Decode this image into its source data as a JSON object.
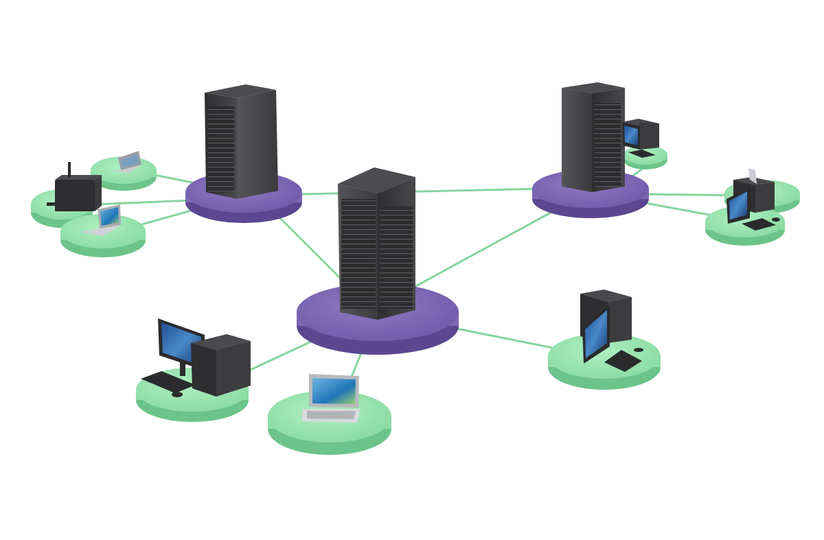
{
  "scene": {
    "colors": {
      "background": "#ffffff",
      "server_platform": "#7d68b3",
      "server_platform_rim": "#5a4790",
      "client_platform": "#8fdca6",
      "client_platform_rim": "#6cc48a",
      "link": "#7ad095",
      "server_body": "#3a3a3c",
      "screen": "#2a5a9a"
    },
    "servers": [
      {
        "name": "server-left",
        "icon": "tower-server-icon"
      },
      {
        "name": "server-center",
        "icon": "tower-server-icon"
      },
      {
        "name": "server-right",
        "icon": "tower-server-icon"
      }
    ],
    "clients": [
      {
        "name": "client-router",
        "icon": "router-icon"
      },
      {
        "name": "client-laptop-top-left",
        "icon": "laptop-icon"
      },
      {
        "name": "client-laptop-left",
        "icon": "laptop-icon"
      },
      {
        "name": "client-desktop-bottom-left",
        "icon": "desktop-computer-icon"
      },
      {
        "name": "client-laptop-bottom",
        "icon": "laptop-icon"
      },
      {
        "name": "client-desktop-bottom-right",
        "icon": "desktop-computer-icon"
      },
      {
        "name": "client-desktop-top-right",
        "icon": "desktop-computer-icon"
      },
      {
        "name": "client-desktop-right-1",
        "icon": "desktop-computer-icon"
      },
      {
        "name": "client-desktop-right-2",
        "icon": "desktop-computer-icon"
      }
    ]
  }
}
